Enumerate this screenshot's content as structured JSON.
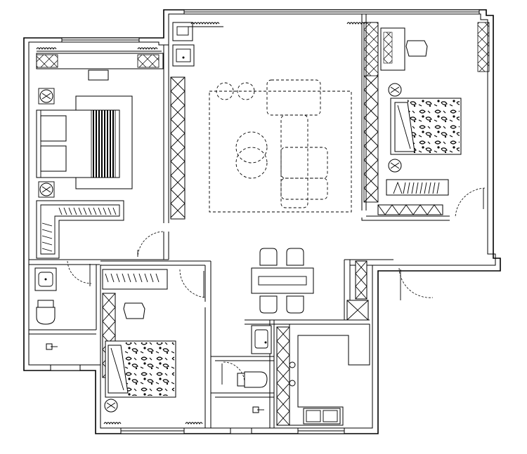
{
  "drawing": {
    "background_color": "#ffffff",
    "line_color": "#000000",
    "rooms": [
      "living-room",
      "master-bedroom",
      "bedroom-2",
      "bedroom-3",
      "bathroom-1",
      "bathroom-2",
      "kitchen",
      "dining-area"
    ]
  }
}
